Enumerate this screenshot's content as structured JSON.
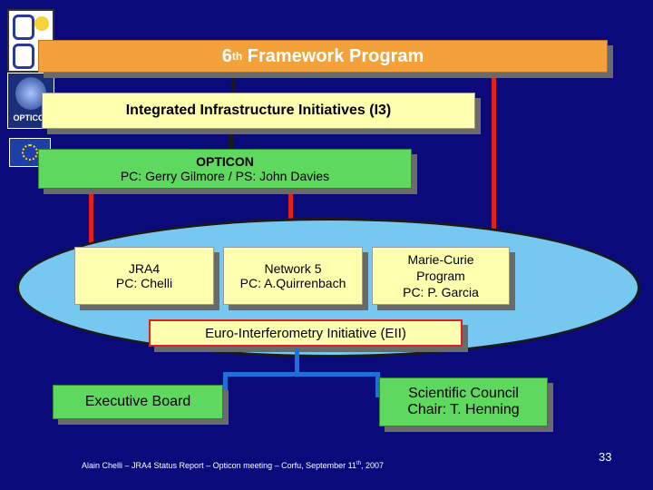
{
  "framework": {
    "title": "6",
    "title_sup": "th",
    "title_rest": " Framework Program"
  },
  "i3": {
    "label": "Integrated Infrastructure Initiatives (I3)"
  },
  "opticon": {
    "line1": "OPTICON",
    "line2": "PC: Gerry Gilmore / PS: John Davies"
  },
  "jra4": {
    "line1": "JRA4",
    "line2": "PC: Chelli"
  },
  "network5": {
    "line1": "Network 5",
    "line2": "PC: A.Quirrenbach"
  },
  "mariecurie": {
    "line1": "Marie-Curie",
    "line2": "Program",
    "line3": "PC: P. Garcia"
  },
  "eii": {
    "label": "Euro-Interferometry Initiative (EII)"
  },
  "executive": {
    "label": "Executive Board"
  },
  "scientific": {
    "line1": "Scientific Council",
    "line2": "Chair: T. Henning"
  },
  "logos": {
    "opticon": "OPTICON"
  },
  "footer": {
    "text": "Alain Chelli – JRA4 Status Report – Opticon meeting – Corfu, September 11",
    "sup": "th",
    "text_end": ", 2007",
    "page": "33"
  },
  "colors": {
    "background": "#0a0a7a",
    "orange": "#f3a23b",
    "yellow": "#ffffb0",
    "green": "#5ed85e",
    "ellipse": "#76c8f0",
    "red": "#e0201f",
    "blue": "#1f6fd8"
  }
}
